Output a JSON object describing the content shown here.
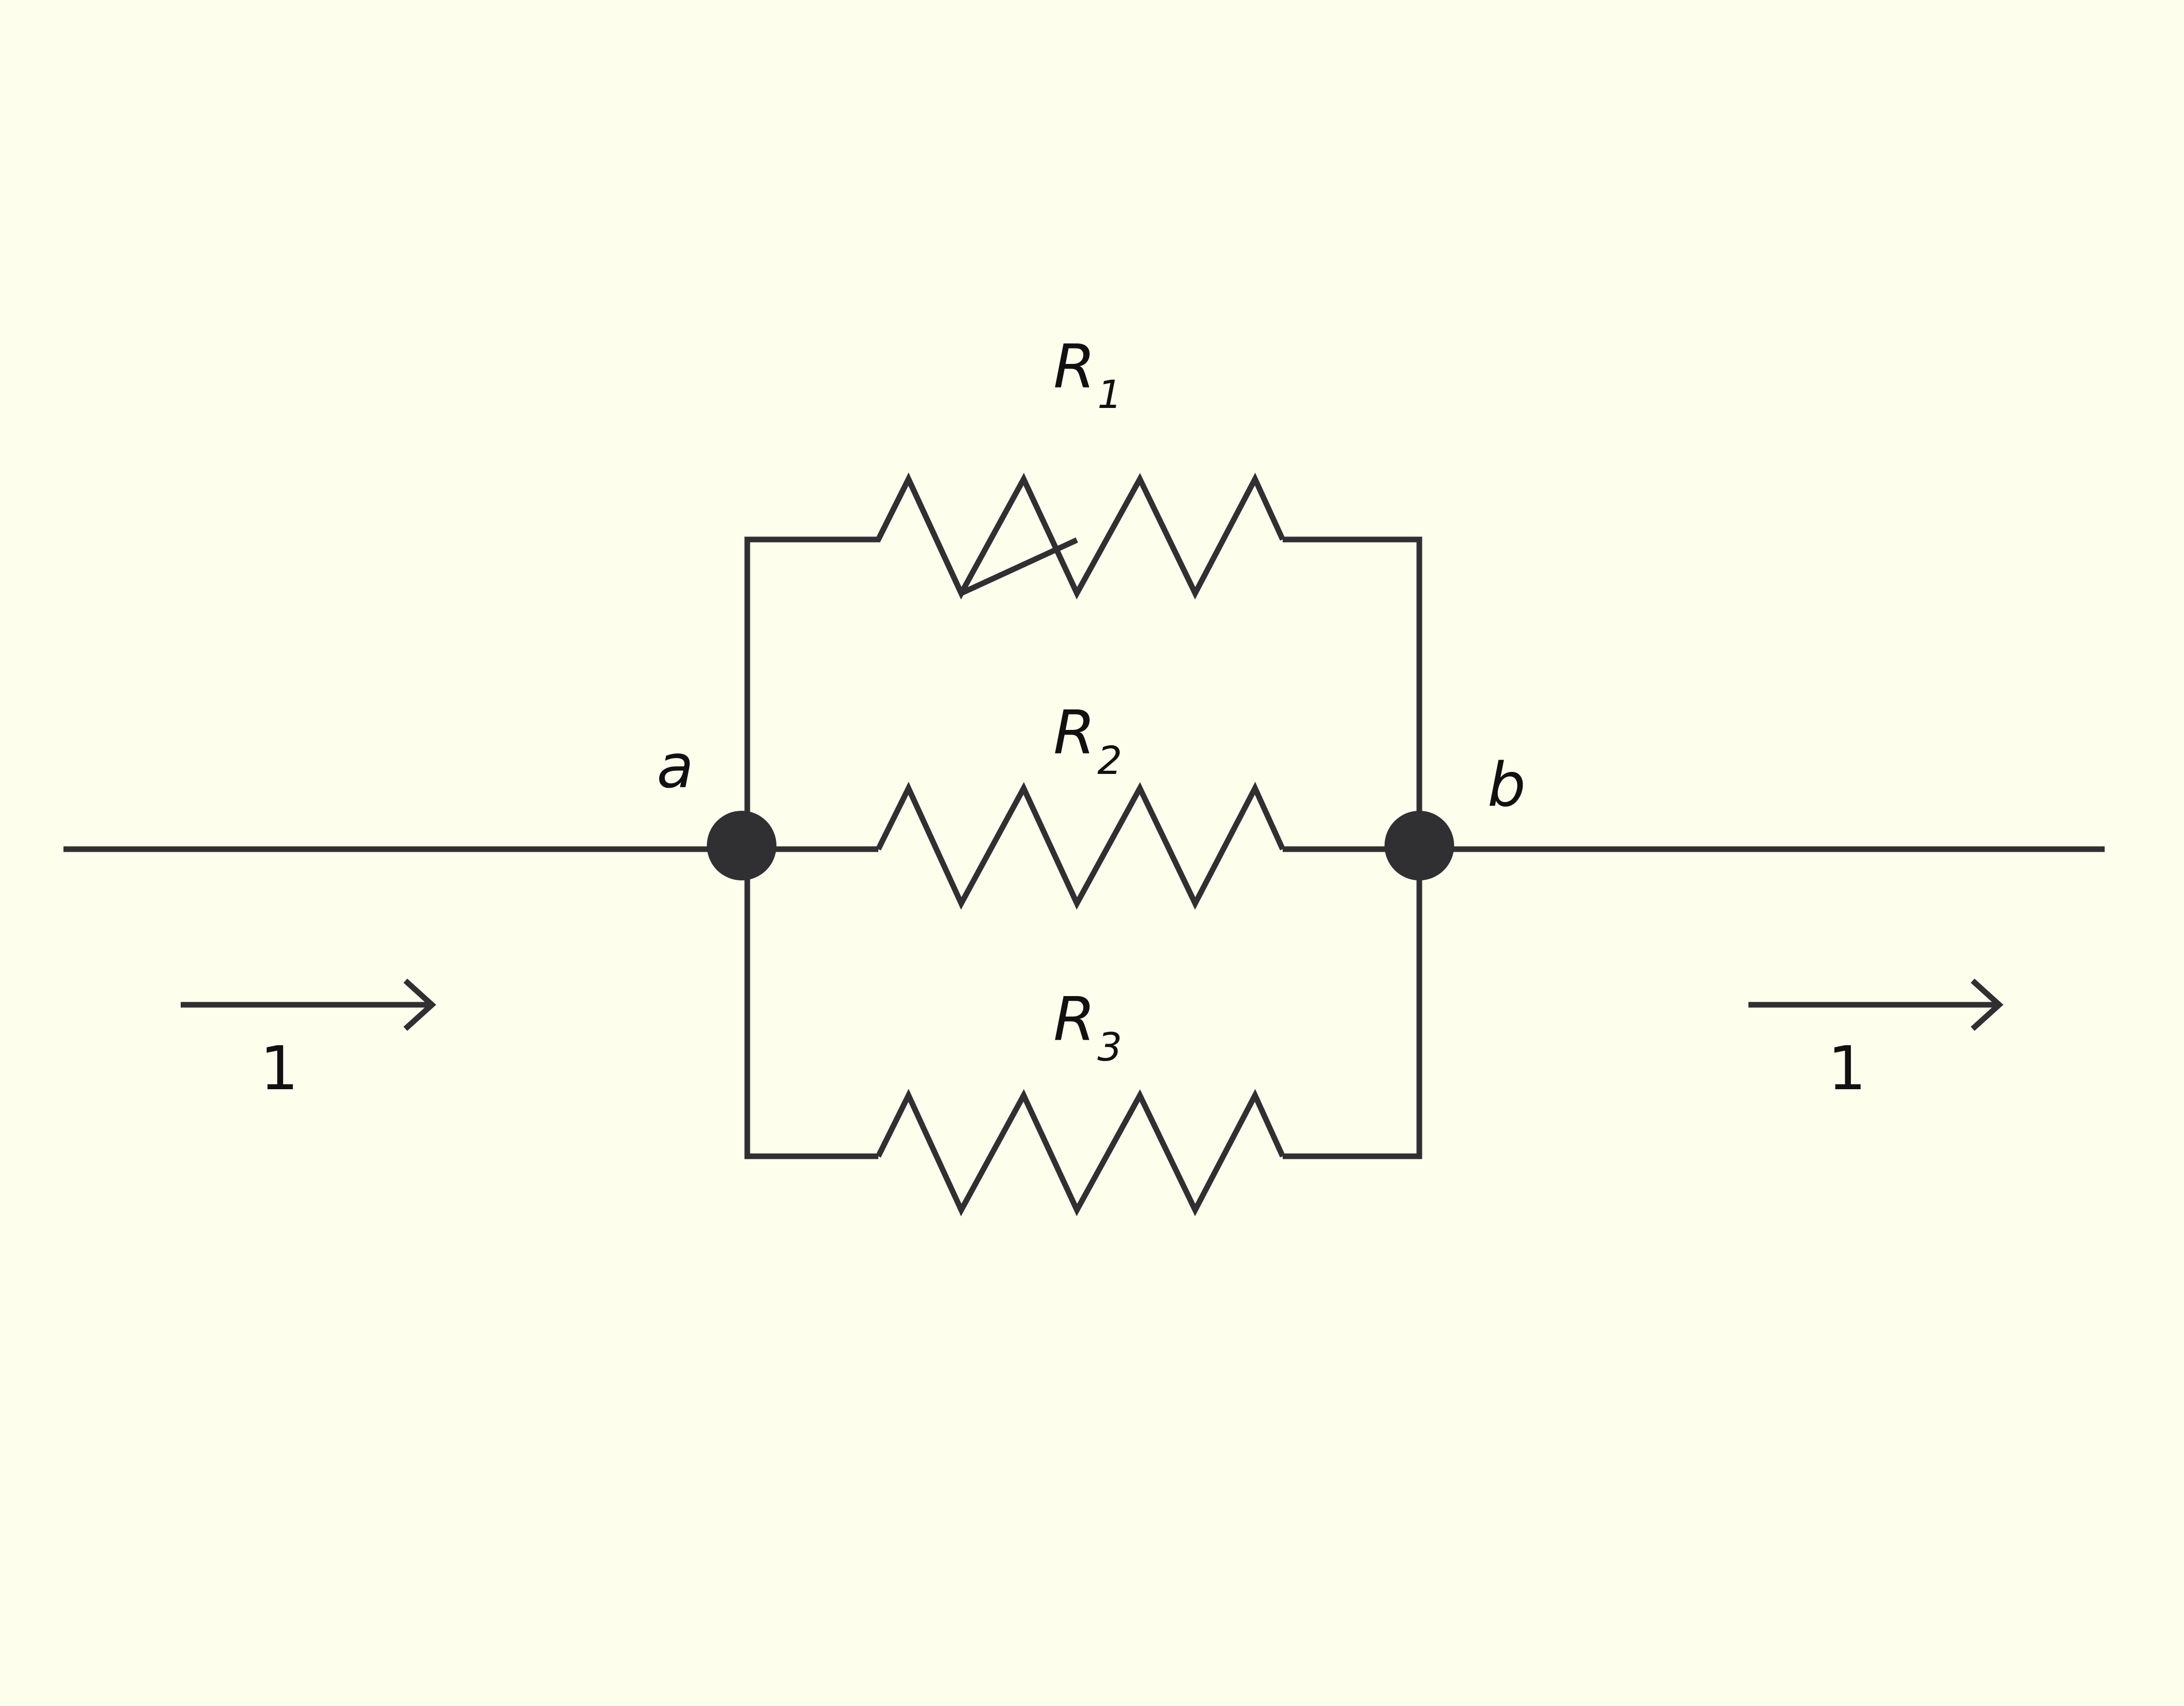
{
  "diagram": {
    "background_color": "#fdfeec",
    "stroke_color": "#303033",
    "resistors": [
      {
        "id": "r1",
        "symbol": "R",
        "subscript": "1"
      },
      {
        "id": "r2",
        "symbol": "R",
        "subscript": "2"
      },
      {
        "id": "r3",
        "symbol": "R",
        "subscript": "3"
      }
    ],
    "nodes": [
      {
        "id": "a",
        "label": "a"
      },
      {
        "id": "b",
        "label": "b"
      }
    ],
    "currents": [
      {
        "id": "in",
        "label": "1",
        "direction": "right"
      },
      {
        "id": "out",
        "label": "1",
        "direction": "right"
      }
    ]
  }
}
